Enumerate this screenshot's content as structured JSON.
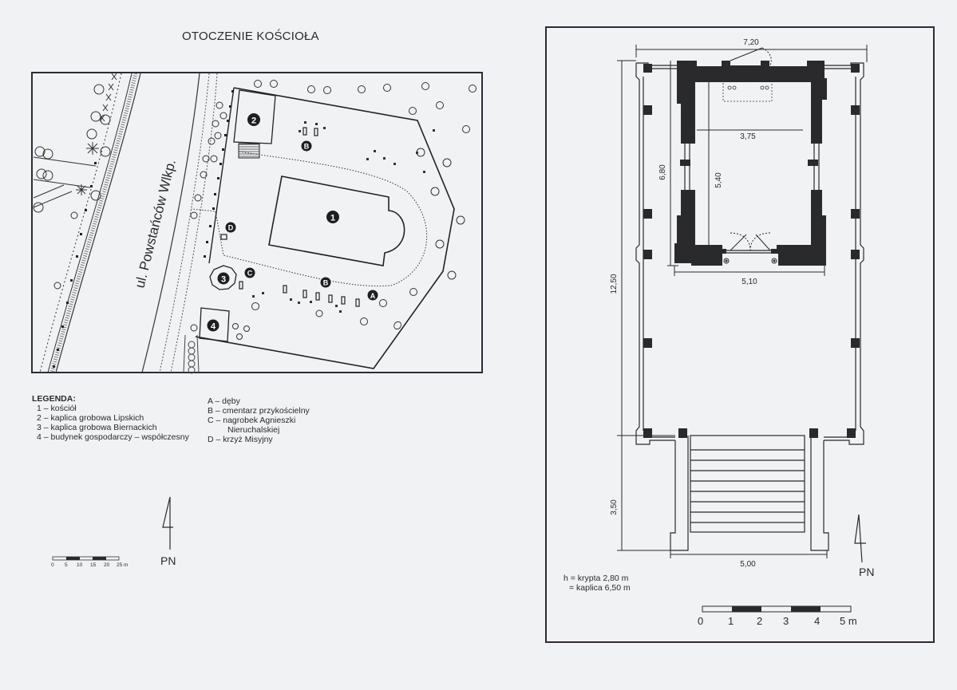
{
  "site_plan": {
    "title": "OTOCZENIE KOŚCIOŁA",
    "street_label": "ul. Powstańców Wlkp.",
    "markers": {
      "m1": "1",
      "m2": "2",
      "m3": "3",
      "m4": "4",
      "mA": "A",
      "mB1": "B",
      "mB2": "B",
      "mC": "C",
      "mD": "D"
    },
    "legend": {
      "heading": "LEGENDA:",
      "numbered": [
        "1 – kościół",
        "2 – kaplica grobowa Lipskich",
        "3 – kaplica grobowa Biernackich",
        "4 – budynek gospodarczy – współczesny"
      ],
      "lettered": [
        "A – dęby",
        "B – cmentarz przykościelny",
        "C – nagrobek Agnieszki",
        "Nieruchalskiej",
        "D – krzyż Misyjny"
      ]
    },
    "north_label": "PN",
    "scale": {
      "ticks": [
        "0",
        "5",
        "10",
        "15",
        "20",
        "25 m"
      ]
    }
  },
  "chapel_plan": {
    "dimensions": {
      "top_width": "7,20",
      "inner_width": "3,75",
      "outer_depth": "6,80",
      "inner_depth": "5,40",
      "front_width": "5,10",
      "total_length": "12,50",
      "stairs_length": "3,50",
      "stairs_width": "5,00"
    },
    "heights": {
      "line1": "h = krypta  2,80 m",
      "line2": "= kaplica 6,50 m"
    },
    "north_label": "PN",
    "scale": {
      "ticks": [
        "0",
        "1",
        "2",
        "3",
        "4",
        "5 m"
      ]
    }
  },
  "colors": {
    "ink": "#2a2a2a",
    "wall_fill": "#2b2b2d",
    "paper": "#f1f2f4",
    "frame": "#3a3440"
  }
}
